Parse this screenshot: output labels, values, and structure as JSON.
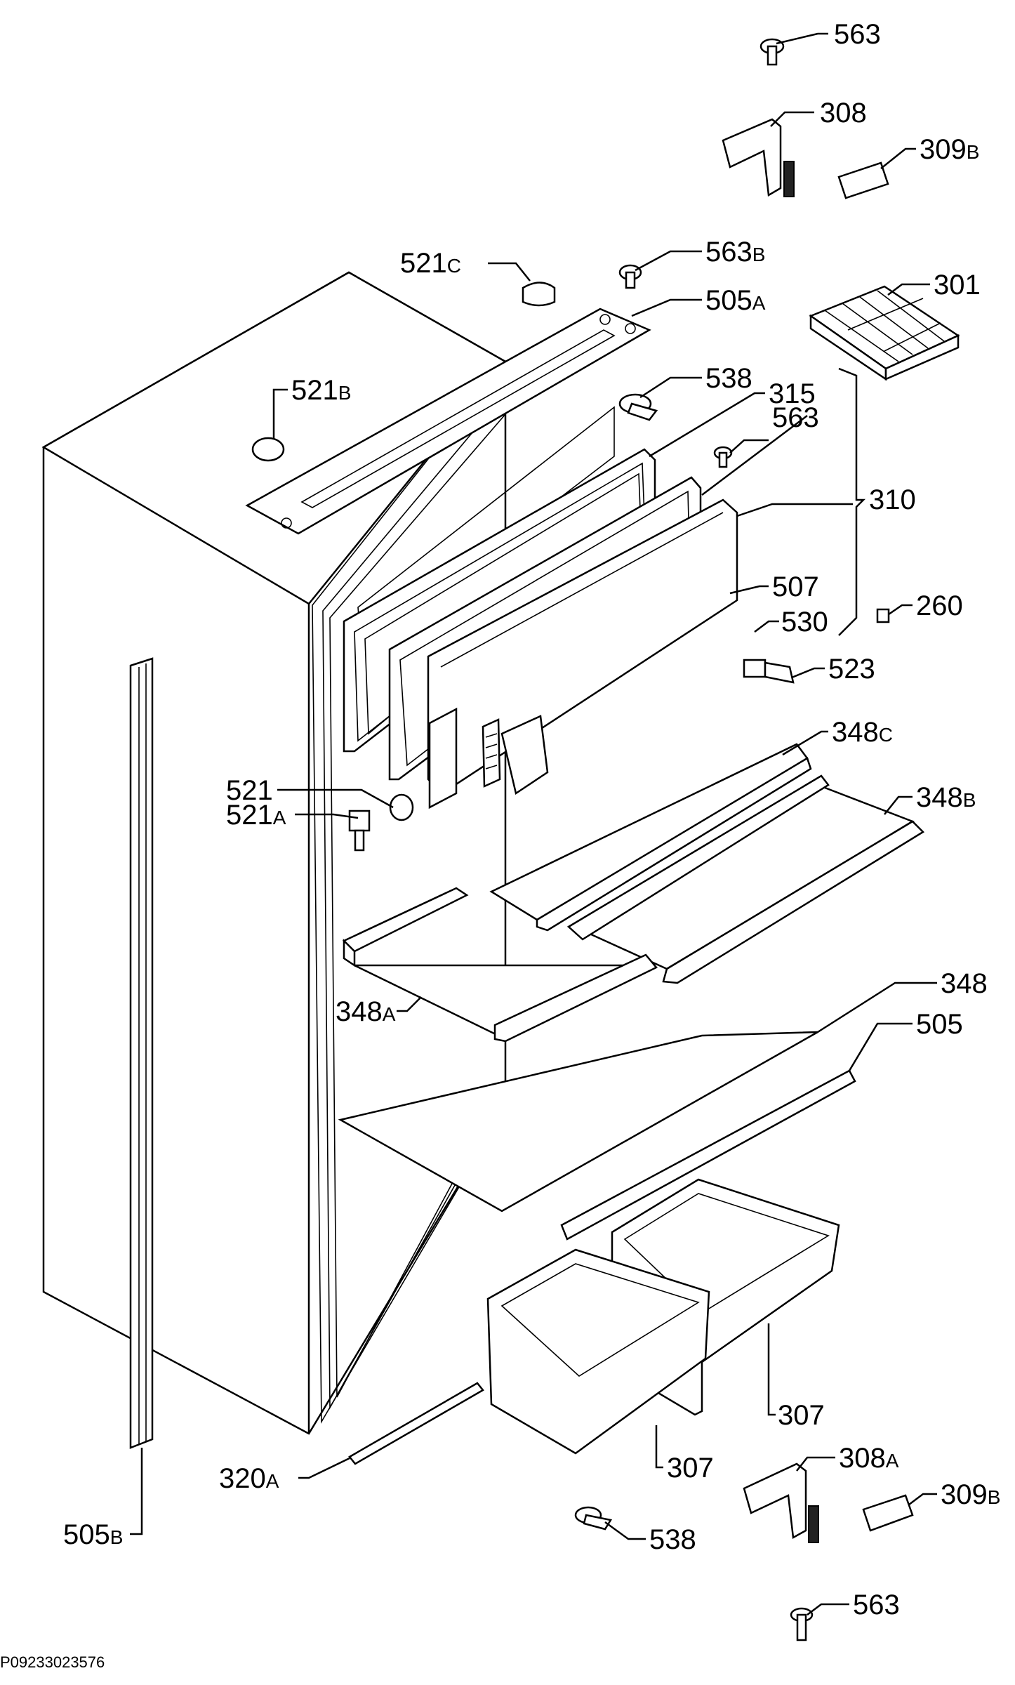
{
  "drawing_code": "P09233023576",
  "callouts": {
    "c563_top": {
      "num": "563",
      "suf": ""
    },
    "c308": {
      "num": "308",
      "suf": ""
    },
    "c309b_top": {
      "num": "309",
      "suf": "B"
    },
    "c521c": {
      "num": "521",
      "suf": "C"
    },
    "c563b": {
      "num": "563",
      "suf": "B"
    },
    "c505a": {
      "num": "505",
      "suf": "A"
    },
    "c301": {
      "num": "301",
      "suf": ""
    },
    "c521b": {
      "num": "521",
      "suf": "B"
    },
    "c538_top": {
      "num": "538",
      "suf": ""
    },
    "c315": {
      "num": "315",
      "suf": ""
    },
    "c563_mid": {
      "num": "563",
      "suf": ""
    },
    "c310": {
      "num": "310",
      "suf": ""
    },
    "c507": {
      "num": "507",
      "suf": ""
    },
    "c530": {
      "num": "530",
      "suf": ""
    },
    "c260": {
      "num": "260",
      "suf": ""
    },
    "c523": {
      "num": "523",
      "suf": ""
    },
    "c348c": {
      "num": "348",
      "suf": "C"
    },
    "c348b": {
      "num": "348",
      "suf": "B"
    },
    "c521": {
      "num": "521",
      "suf": ""
    },
    "c521a": {
      "num": "521",
      "suf": "A"
    },
    "c348": {
      "num": "348",
      "suf": ""
    },
    "c348a": {
      "num": "348",
      "suf": "A"
    },
    "c505": {
      "num": "505",
      "suf": ""
    },
    "c307_right": {
      "num": "307",
      "suf": ""
    },
    "c307_left": {
      "num": "307",
      "suf": ""
    },
    "c320a": {
      "num": "320",
      "suf": "A"
    },
    "c308a": {
      "num": "308",
      "suf": "A"
    },
    "c309b_bottom": {
      "num": "309",
      "suf": "B"
    },
    "c505b": {
      "num": "505",
      "suf": "B"
    },
    "c538_bottom": {
      "num": "538",
      "suf": ""
    },
    "c563_bottom": {
      "num": "563",
      "suf": ""
    }
  }
}
